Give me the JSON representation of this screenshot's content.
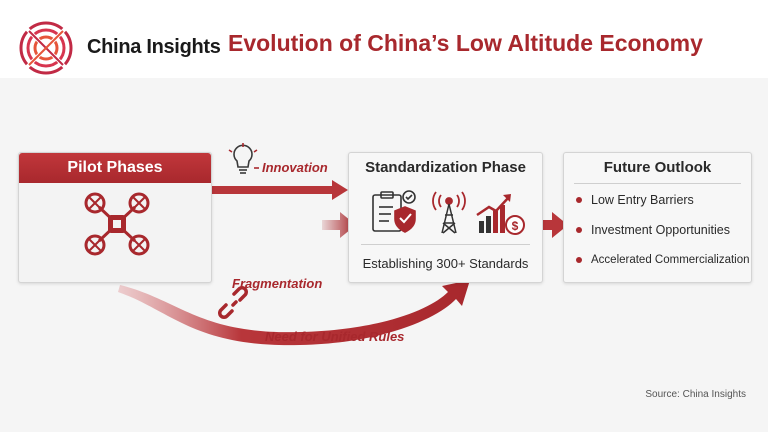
{
  "header": {
    "brand": "China Insights",
    "title": "Evolution of China’s Low Altitude Economy"
  },
  "phases": {
    "pilot": {
      "title": "Pilot Phases"
    },
    "standardization": {
      "title": "Standardization Phase",
      "caption": "Establishing 300+ Standards"
    },
    "future": {
      "title": "Future Outlook",
      "items": [
        "Low Entry Barriers",
        "Investment Opportunities",
        "Accelerated Commercialization"
      ]
    }
  },
  "flows": {
    "innovation": "Innovation",
    "fragmentation": "Fragmentation",
    "unified_rules": "Need for Unified Rules"
  },
  "footer": {
    "source": "Source: China Insights"
  },
  "colors": {
    "accent": "#a8282d",
    "background": "#f5f5f5",
    "text": "#2a2a2a"
  },
  "icons": [
    "logo-mark",
    "drone-icon",
    "lightbulb-icon",
    "checklist-shield-icon",
    "signal-tower-icon",
    "growth-chart-icon",
    "broken-chain-icon"
  ]
}
